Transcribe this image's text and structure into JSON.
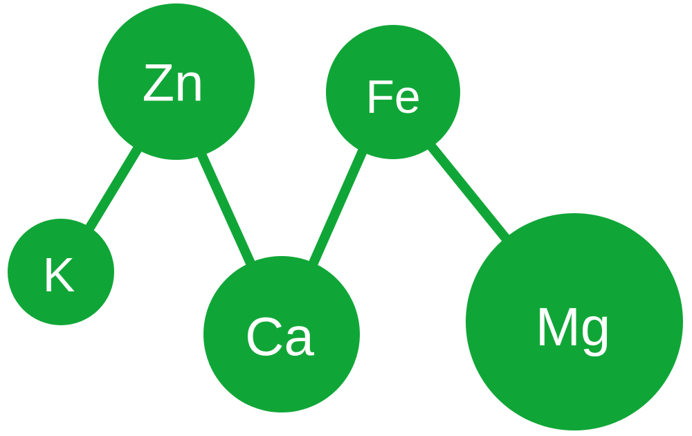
{
  "colors": {
    "node_fill": "#10a637",
    "edge_stroke": "#10a637",
    "label_color": "#ffffff",
    "background": "#ffffff"
  },
  "nodes": [
    {
      "id": "zn",
      "label": "Zn"
    },
    {
      "id": "fe",
      "label": "Fe"
    },
    {
      "id": "k",
      "label": "K"
    },
    {
      "id": "ca",
      "label": "Ca"
    },
    {
      "id": "mg",
      "label": "Mg"
    }
  ],
  "edges": [
    {
      "from": "k",
      "to": "zn"
    },
    {
      "from": "zn",
      "to": "ca"
    },
    {
      "from": "ca",
      "to": "fe"
    },
    {
      "from": "fe",
      "to": "mg"
    }
  ]
}
